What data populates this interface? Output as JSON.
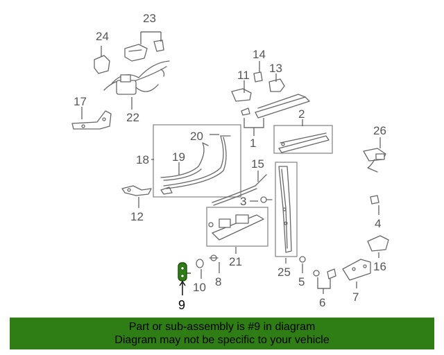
{
  "callouts": {
    "c1": "1",
    "c2": "2",
    "c3": "3",
    "c4": "4",
    "c5": "5",
    "c6": "6",
    "c7": "7",
    "c8": "8",
    "c9": "9",
    "c10": "10",
    "c11": "11",
    "c12": "12",
    "c13": "13",
    "c14": "14",
    "c15": "15",
    "c16": "16",
    "c17": "17",
    "c18": "18",
    "c19": "19",
    "c20": "20",
    "c21": "21",
    "c22": "22",
    "c23": "23",
    "c24": "24",
    "c25": "25",
    "c26": "26"
  },
  "highlight": {
    "part_number": "9",
    "color": "#2f7d15"
  },
  "banner": {
    "line1": "Part or sub-assembly is #9 in diagram",
    "line2": "Diagram may not be specific to your vehicle",
    "background": "#2f7d15"
  }
}
